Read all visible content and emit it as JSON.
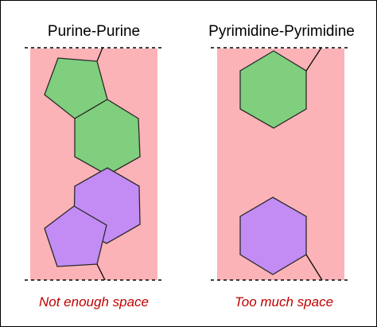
{
  "panels": [
    {
      "title": "Purine-Purine",
      "caption": "Not enough space"
    },
    {
      "title": "Pyrimidine-Pyrimidine",
      "caption": "Too much space"
    }
  ],
  "colors": {
    "region": "#fbb3b7",
    "purine_green": "#7fcf7e",
    "pyrimidine_purple": "#c38cf4",
    "caption": "#c00000"
  }
}
